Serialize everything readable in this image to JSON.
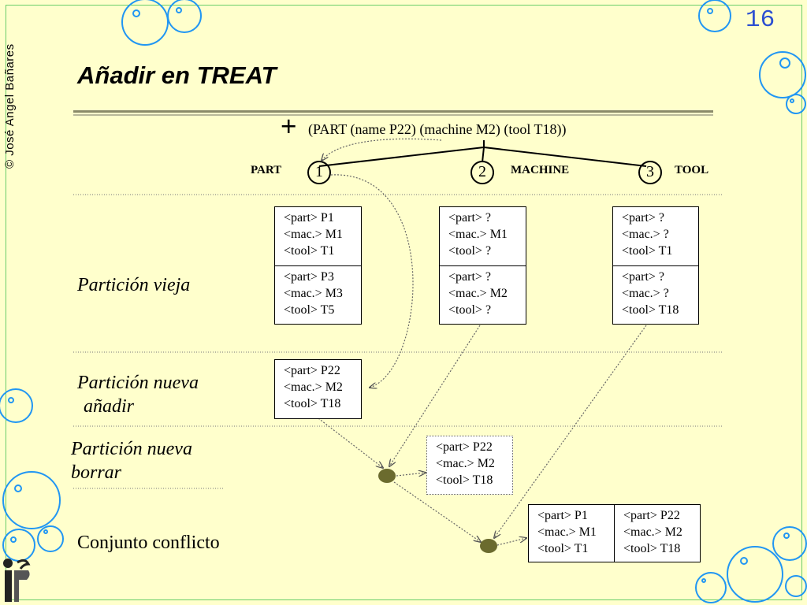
{
  "copyright": "© José Angel Bañares",
  "page_number": "16",
  "title": "Añadir en TREAT",
  "token": {
    "sign": "+",
    "text": "(PART (name P22) (machine  M2)  (tool T18))"
  },
  "nodes": [
    {
      "num": "1",
      "label": "PART"
    },
    {
      "num": "2",
      "label": "MACHINE"
    },
    {
      "num": "3",
      "label": "TOOL"
    }
  ],
  "rows": {
    "old": "Partición vieja",
    "new_add": [
      "Partición nueva",
      "añadir"
    ],
    "new_del": [
      "Partición nueva",
      "borrar"
    ],
    "conflict": "Conjunto conflicto"
  },
  "old_partition": {
    "node1": [
      [
        "<part> P1",
        "<mac.> M1",
        "<tool> T1"
      ],
      [
        "<part> P3",
        "<mac.> M3",
        "<tool> T5"
      ]
    ],
    "node2": [
      [
        "<part> ?",
        "<mac.> M1",
        "<tool> ?"
      ],
      [
        "<part> ?",
        "<mac.> M2",
        "<tool> ?"
      ]
    ],
    "node3": [
      [
        "<part> ?",
        "<mac.> ?",
        "<tool> T1"
      ],
      [
        "<part> ?",
        "<mac.> ?",
        "<tool> T18"
      ]
    ]
  },
  "new_add_partition": [
    "<part> P22",
    "<mac.> M2",
    "<tool> T18"
  ],
  "join_result": [
    "<part> P22",
    "<mac.> M2",
    "<tool> T18"
  ],
  "conflict_set": [
    [
      "<part> P1",
      "<mac.> M1",
      "<tool> T1"
    ],
    [
      "<part> P22",
      "<mac.> M2",
      "<tool> T18"
    ]
  ],
  "colors": {
    "background": "#ffffcc",
    "page_number": "#2c4fd1",
    "bubble": "#2196f3",
    "join_dot": "#6b6b2e",
    "frame": "#6acd6a"
  }
}
